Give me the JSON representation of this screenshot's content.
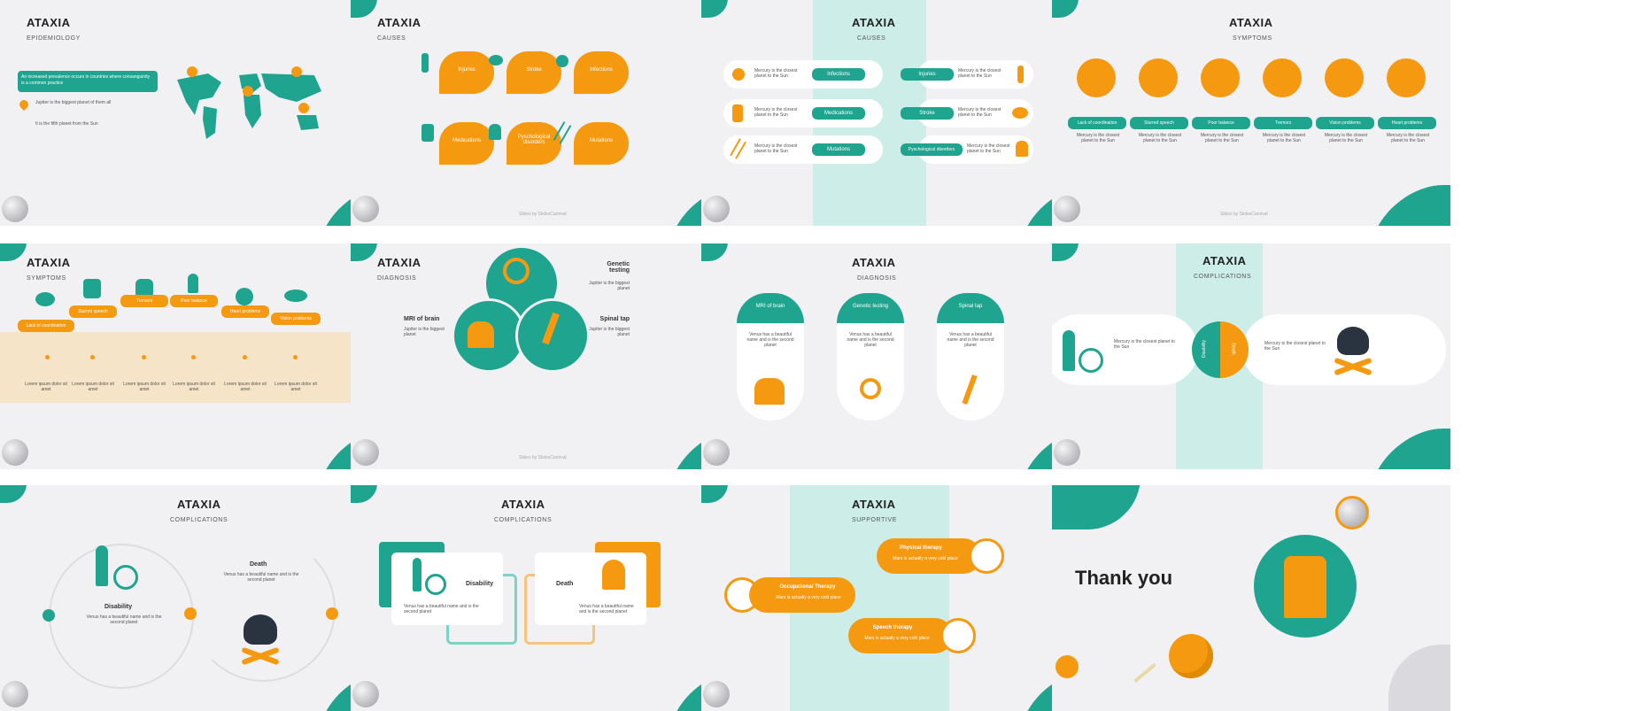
{
  "deck": {
    "title": "ATAXIA",
    "footer": "Slides by SlidesCarnival"
  },
  "slides": {
    "s1": {
      "sub": "EPIDEMIOLOGY",
      "box": "An increased prevalence occurs in countries where consanguinity is a common practice",
      "t1": "Jupiter is the biggest planet of them all",
      "t2": "It is the fifth planet from the Sun"
    },
    "s2": {
      "sub": "CAUSES",
      "items": [
        "Injuries",
        "Stroke",
        "Infections",
        "Medications",
        "Pyschological disorders",
        "Mutations"
      ]
    },
    "s3": {
      "sub": "CAUSES",
      "left": [
        "Infections",
        "Medications",
        "Mutations"
      ],
      "right": [
        "Injuries",
        "Stroke",
        "Pyschological disorders"
      ],
      "desc": "Mercury is the closest planet to the Sun"
    },
    "s4": {
      "sub": "SYMPTOMS",
      "items": [
        "Lack of coordination",
        "Slurred speech",
        "Poor balance",
        "Tremors",
        "Vision problems",
        "Heart problems"
      ],
      "desc": "Mercury is the closest planet to the Sun"
    },
    "s5": {
      "sub": "SYMPTOMS",
      "items": [
        "Lack of coordination",
        "Slurred speech",
        "Tremors",
        "Poor balance",
        "Heart problems",
        "Vision problems"
      ],
      "desc": "Lorem ipsum dolor sit amet"
    },
    "s6": {
      "sub": "DIAGNOSIS",
      "a": "Genetic testing",
      "b": "MRI of brain",
      "c": "Spinal tap",
      "desc": "Jupiter is the biggest planet"
    },
    "s7": {
      "sub": "DIAGNOSIS",
      "cols": [
        "MRI of brain",
        "Genetic testing",
        "Spinal tap"
      ],
      "desc": "Venus has a beautiful name and is the second planet"
    },
    "s8": {
      "sub": "COMPLICATIONS",
      "left": "Disability",
      "right": "Death",
      "desc": "Mercury is the closest planet to the Sun"
    },
    "s9": {
      "sub": "COMPLICATIONS",
      "a": "Death",
      "b": "Disability",
      "desc": "Venus has a beautiful name and is the second planet"
    },
    "s10": {
      "sub": "COMPLICATIONS",
      "a": "Disability",
      "b": "Death",
      "desc": "Venus has a beautiful name and is the second planet"
    },
    "s11": {
      "sub": "SUPPORTIVE",
      "items": [
        "Physical therapy",
        "Occupational Therapy",
        "Speech therapy"
      ],
      "desc": "Mars is actually a very cold place"
    },
    "s12": {
      "thanks": "Thank you"
    }
  },
  "colors": {
    "teal": "#1fa48f",
    "orange": "#f59a10",
    "bg": "#f1f1f3"
  }
}
